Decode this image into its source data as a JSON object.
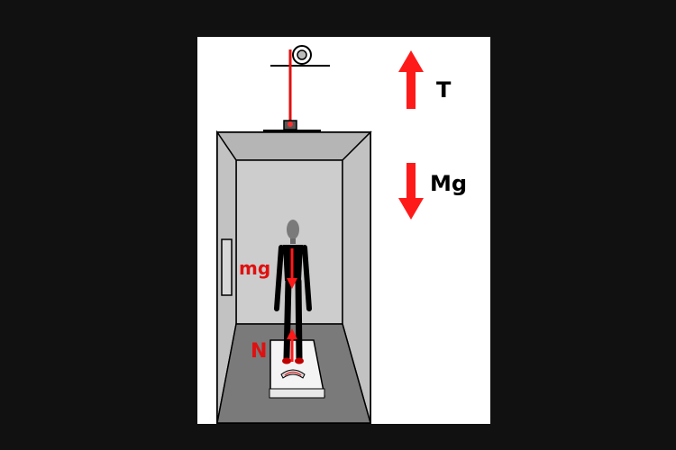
{
  "labels": {
    "tension": "T",
    "elevator_weight": "Mg",
    "person_weight": "mg",
    "normal_force": "N"
  },
  "colors": {
    "force_red": "#ff1a1a",
    "label_red": "#e01010",
    "label_black": "#000000",
    "background": "#111111",
    "panel": "#ffffff",
    "elevator_wall": "#bdbdbd",
    "elevator_back": "#cfcfcf",
    "elevator_floor": "#7a7a7a"
  }
}
